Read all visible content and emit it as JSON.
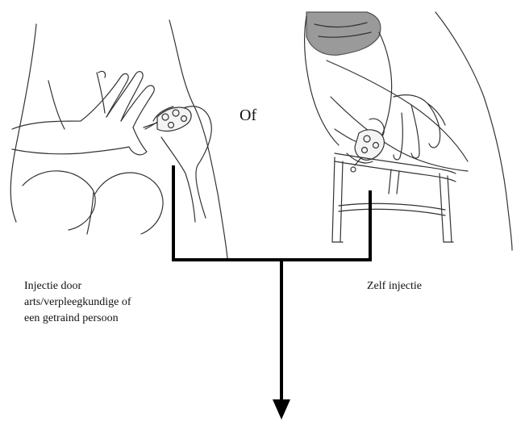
{
  "or_text": "Of",
  "labels": {
    "left": [
      "Injectie door",
      "arts/verpleegkundige of",
      "een getraind persoon"
    ],
    "right": "Zelf injectie"
  }
}
